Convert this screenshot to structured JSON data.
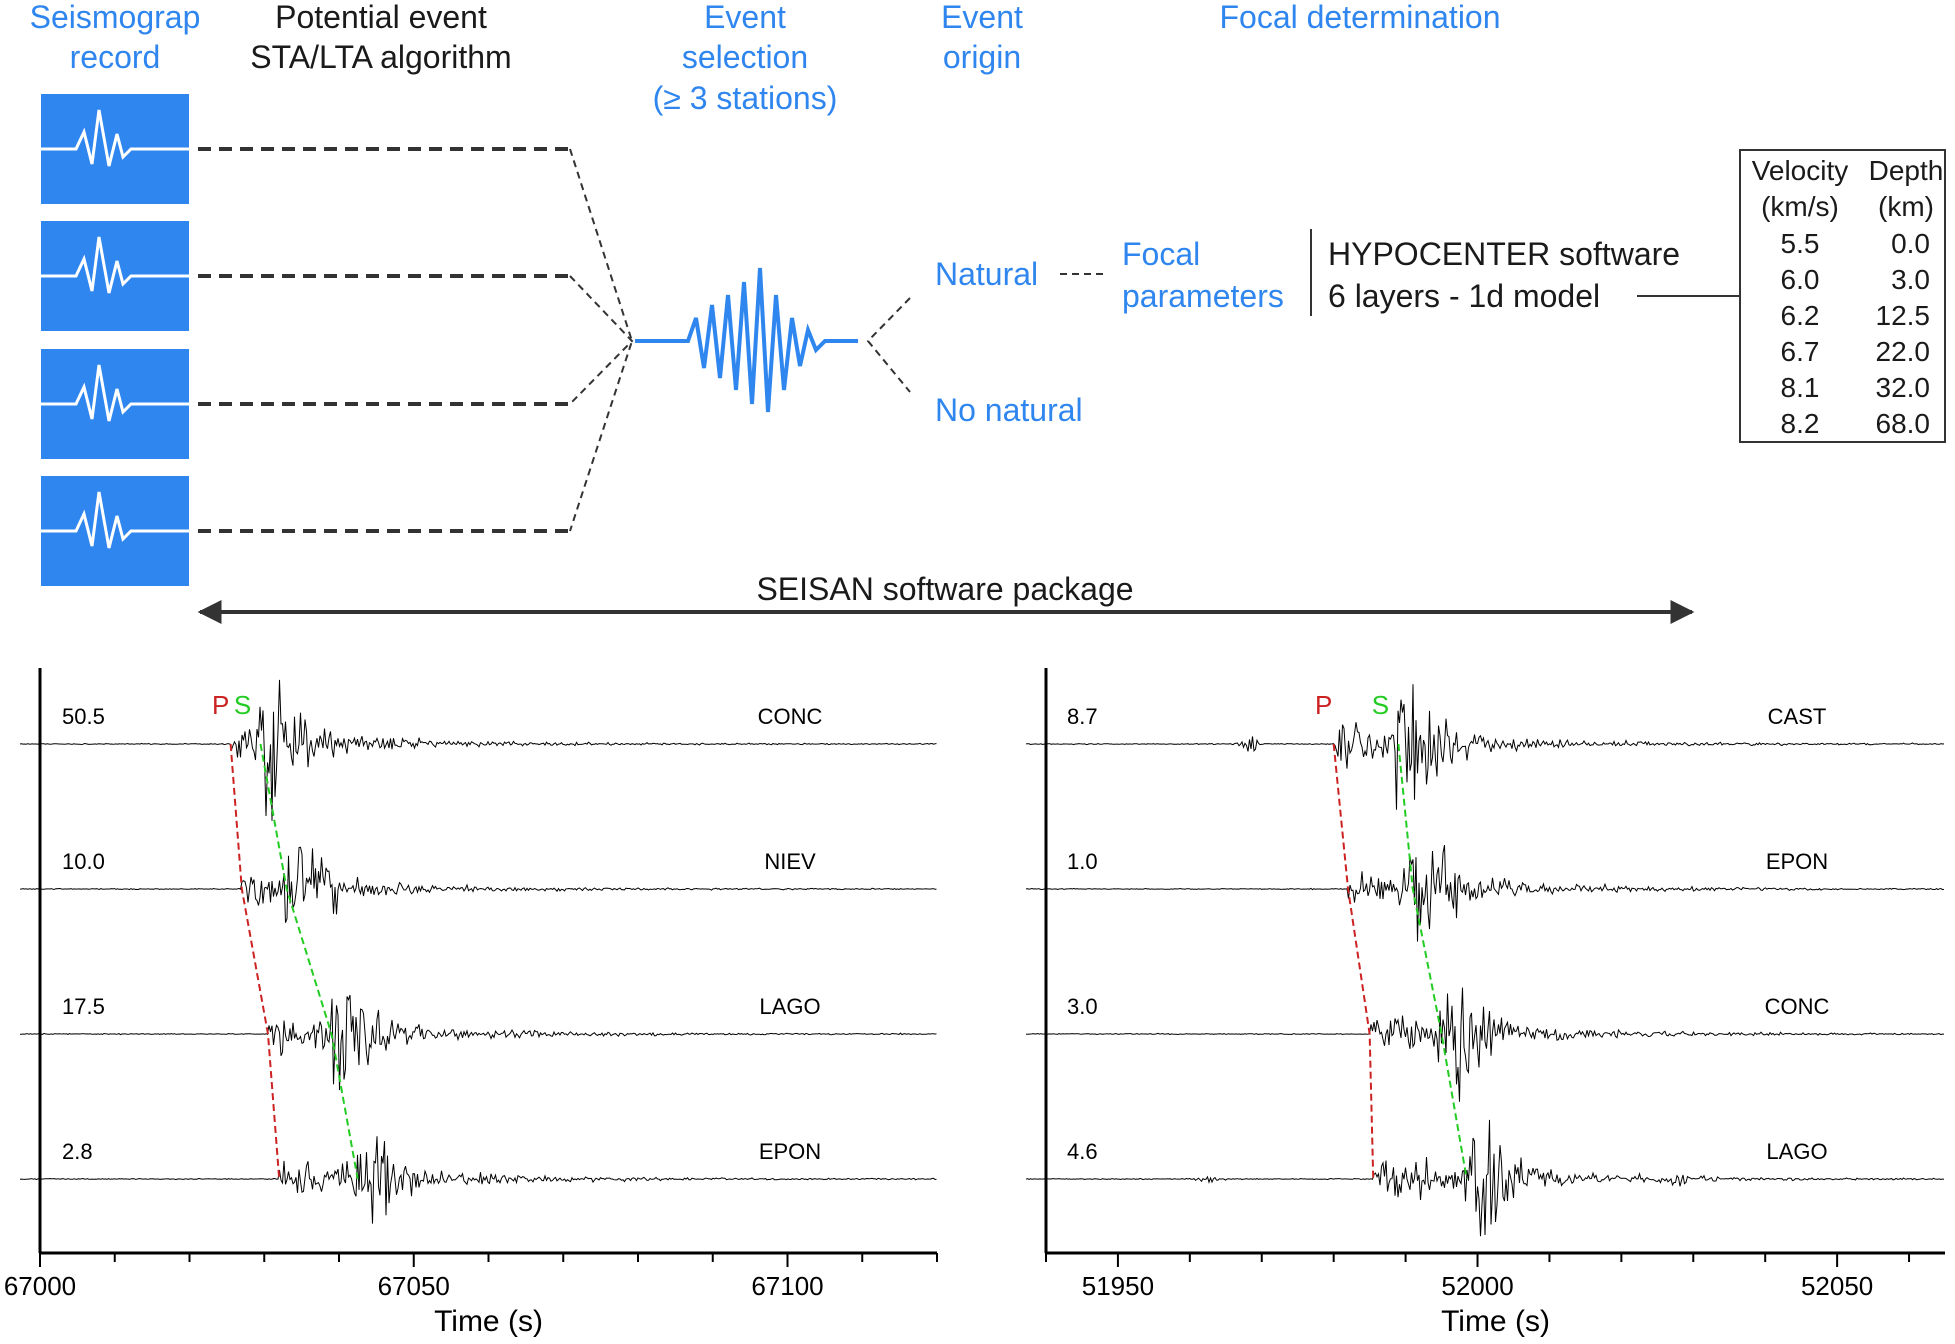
{
  "header": {
    "col1": [
      "Seismograp",
      "record"
    ],
    "col2": [
      "Potential event",
      "STA/LTA algorithm"
    ],
    "col3": [
      "Event",
      "selection",
      "(≥ 3 stations)"
    ],
    "col4": [
      "Event",
      "origin"
    ],
    "col5": "Focal determination"
  },
  "flow": {
    "natural": "Natural",
    "no_natural": "No natural",
    "focal": [
      "Focal",
      "parameters"
    ],
    "software": [
      "HYPOCENTER software",
      "6 layers - 1d model"
    ],
    "package": "SEISAN software package"
  },
  "velocity_table": {
    "headers": [
      [
        "Velocity",
        "(km/s)"
      ],
      [
        "Depth",
        "(km)"
      ]
    ],
    "rows": [
      [
        "5.5",
        "0.0"
      ],
      [
        "6.0",
        "3.0"
      ],
      [
        "6.2",
        "12.5"
      ],
      [
        "6.7",
        "22.0"
      ],
      [
        "8.1",
        "32.0"
      ],
      [
        "8.2",
        "68.0"
      ]
    ]
  },
  "colors": {
    "accent": "#2f86ee",
    "p_pick": "#cc2222",
    "s_pick": "#22cc22",
    "trace": "#000000"
  },
  "chart_data": [
    {
      "type": "line",
      "xlabel": "Time (s)",
      "xlim": [
        67000,
        67120
      ],
      "xticks": [
        "67000",
        "67050",
        "67100"
      ],
      "pick_labels": [
        "P",
        "S"
      ],
      "stations": [
        {
          "name": "CONC",
          "amplitude": "50.5",
          "p": 67025.5,
          "s": 67029.5
        },
        {
          "name": "NIEV",
          "amplitude": "10.0",
          "p": 67027.0,
          "s": 67033.0
        },
        {
          "name": "LAGO",
          "amplitude": "17.5",
          "p": 67030.5,
          "s": 67039.0
        },
        {
          "name": "EPON",
          "amplitude": "2.8",
          "p": 67032.0,
          "s": 67042.5
        }
      ]
    },
    {
      "type": "line",
      "xlabel": "Time (s)",
      "xlim": [
        51940,
        52065
      ],
      "xticks": [
        "51950",
        "52000",
        "52050"
      ],
      "pick_labels": [
        "P",
        "S"
      ],
      "stations": [
        {
          "name": "CAST",
          "amplitude": "8.7",
          "p": 51980.0,
          "s": 51989.0
        },
        {
          "name": "EPON",
          "amplitude": "1.0",
          "p": 51982.0,
          "s": 51991.0
        },
        {
          "name": "CONC",
          "amplitude": "3.0",
          "p": 51985.0,
          "s": 51995.0
        },
        {
          "name": "LAGO",
          "amplitude": "4.6",
          "p": 51985.5,
          "s": 51998.5
        }
      ]
    }
  ]
}
